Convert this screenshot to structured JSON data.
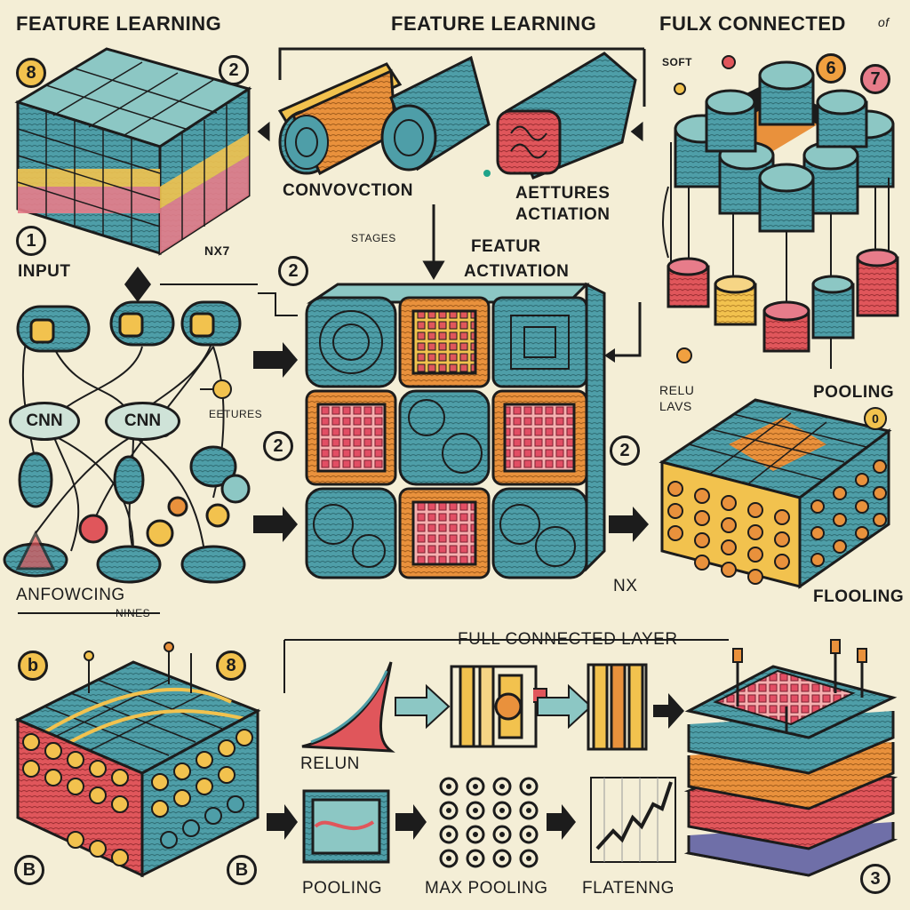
{
  "headings": {
    "feature_learning_left": "FEATURE LEARNING",
    "feature_learning_center": "FEATURE LEARNING",
    "fully_connected_right": "FULX CONNECTED",
    "stray_of": "of",
    "soft": "SOFT",
    "full_connected_layer": "FULL CONNECTED LAYER"
  },
  "labels": {
    "input": "INPUT",
    "convolution": "CONVOVCTION",
    "features_activation_line1": "AETTURES",
    "features_activation_line2": "ACTIATION",
    "feature_activation_line1": "FEATUR",
    "feature_activation_line2": "ACTIVATION",
    "nx": "NX7",
    "gibberish_small": "STAGES",
    "cnn_left": "CNN",
    "cnn_center": "CNN",
    "features": "EETURES",
    "anfowcing": "ANFOWCING",
    "relu_layer_line1": "RELU",
    "relu_layer_line2": "LAVS",
    "pooling_right": "POOLING",
    "flooling": "FLOOLING",
    "nines": "NINES",
    "relun": "RELUN",
    "pooling_bottom": "POOLING",
    "max_pooling": "MAX POOLING",
    "flatening": "FLATENNG",
    "nx_box": "NX"
  },
  "badges": {
    "top_left": "8",
    "top_left_2": "2",
    "input_1": "1",
    "center_2": "2",
    "mid_left_2": "2",
    "mid_right_2": "2",
    "right_6": "6",
    "right_7": "7",
    "bottom_left_b": "b",
    "bottom_left_8": "8",
    "bottom_corner_B": "B",
    "bottom_corner_B2": "B",
    "bottom_right_3": "3",
    "pooling_0": "0"
  },
  "colors": {
    "background": "#f4eed6",
    "teal": "#4e9ea8",
    "teal_light": "#8cc7c4",
    "yellow": "#f2c24e",
    "orange": "#e9913c",
    "red": "#e0565b",
    "pink": "#e77c8a",
    "ink": "#1c1c1c"
  }
}
